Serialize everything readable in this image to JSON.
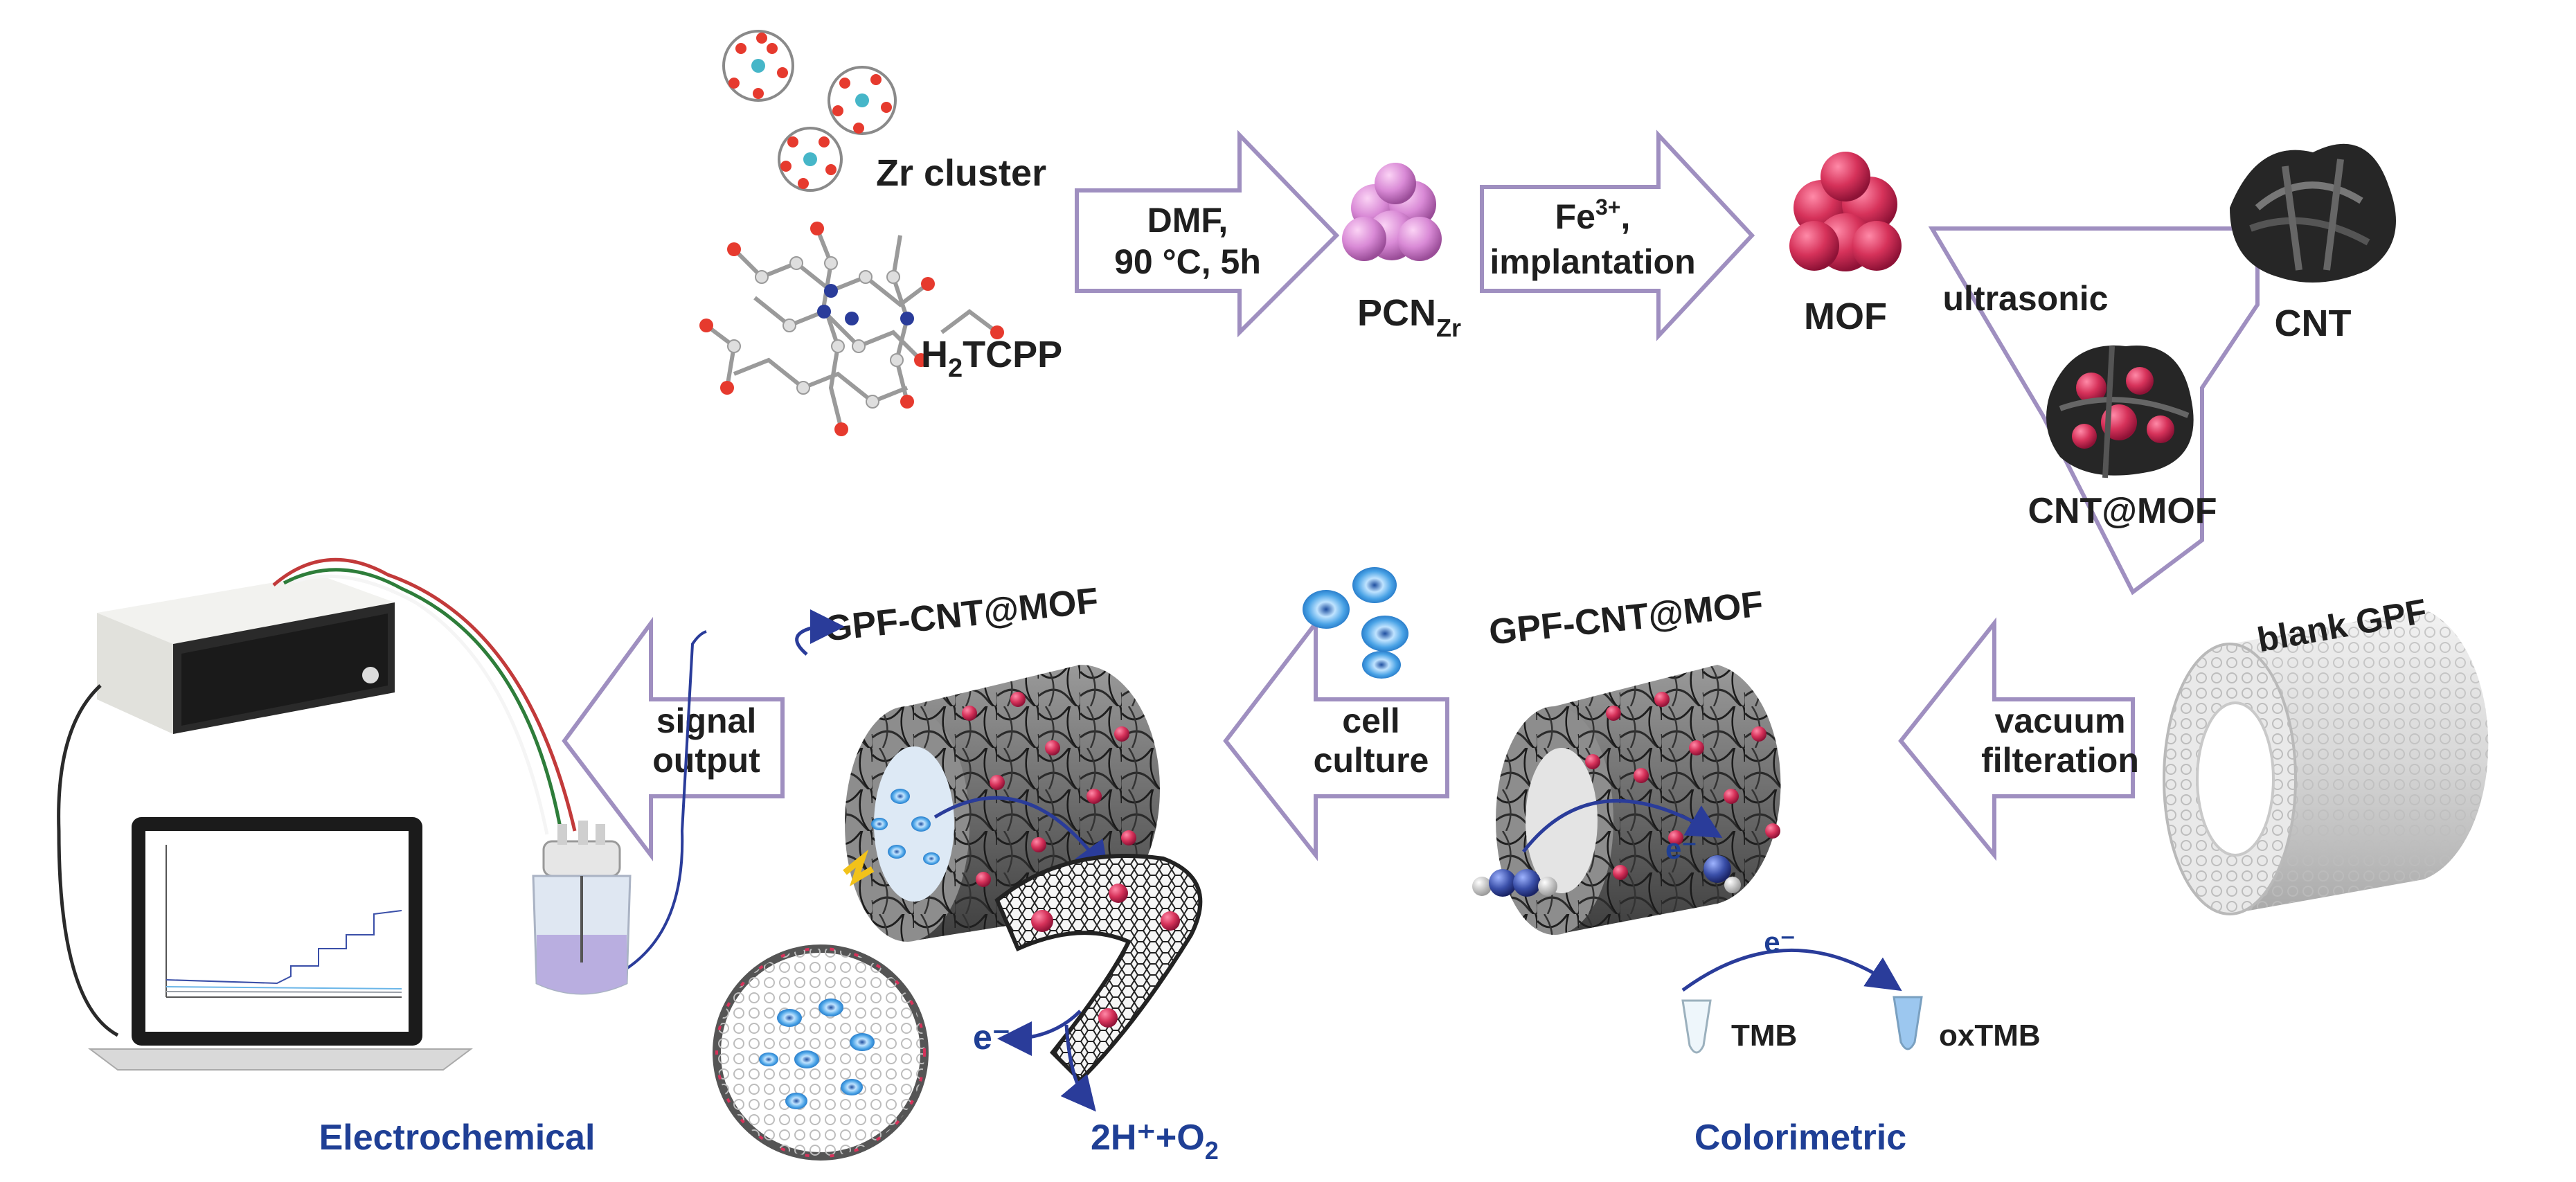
{
  "labels": {
    "zr_cluster": "Zr cluster",
    "h2tcpp_prefix": "H",
    "h2tcpp_sub": "2",
    "h2tcpp_suffix": "TCPP",
    "step1_line1": "DMF,",
    "step1_line2": "90 °C, 5h",
    "pcn_main": "PCN",
    "pcn_sub": "Zr",
    "step2_line1_main": "Fe",
    "step2_line1_sup": "3+",
    "step2_line1_end": ",",
    "step2_line2": "implantation",
    "mof": "MOF",
    "ultrasonic": "ultrasonic",
    "cnt": "CNT",
    "cnt_mof": "CNT@MOF",
    "blank_gpf": "blank GPF",
    "vacuum_line1": "vacuum",
    "vacuum_line2": "filteration",
    "gpf_cnt_mof_right": "GPF-CNT@MOF",
    "gpf_cnt_mof_left": "GPF-CNT@MOF",
    "cell_line1": "cell",
    "cell_line2": "culture",
    "signal_line1": "signal",
    "signal_line2": "output",
    "electron": "e⁻",
    "electron2": "e⁻",
    "electron3": "e⁻",
    "tmb": "TMB",
    "oxtmb": "oxTMB",
    "products_main": "2H⁺+O",
    "products_sub": "2",
    "electrochemical": "Electrochemical",
    "colorimetric": "Colorimetric"
  },
  "colors": {
    "arrow_outline": "#9f8fc0",
    "label_blue": "#1f3f95",
    "mof_red": "#d6325a",
    "pcn_pink": "#d98ad6",
    "cnt_dark": "#262626",
    "cell_blue": "#4aa3e6",
    "molecule_blue": "#3a4fa8"
  },
  "icons": {
    "zr_cluster": "zr-cluster-molecule-icon",
    "h2tcpp": "porphyrin-linker-molecule-icon",
    "pcn": "pcn-sphere-cluster-icon",
    "mof": "mof-sphere-cluster-icon",
    "cnt": "cnt-cage-icon",
    "cnt_mof": "cnt-mof-cage-icon",
    "potentiostat": "potentiostat-device-icon",
    "laptop": "laptop-icon",
    "cell": "electrochemical-cell-icon"
  }
}
